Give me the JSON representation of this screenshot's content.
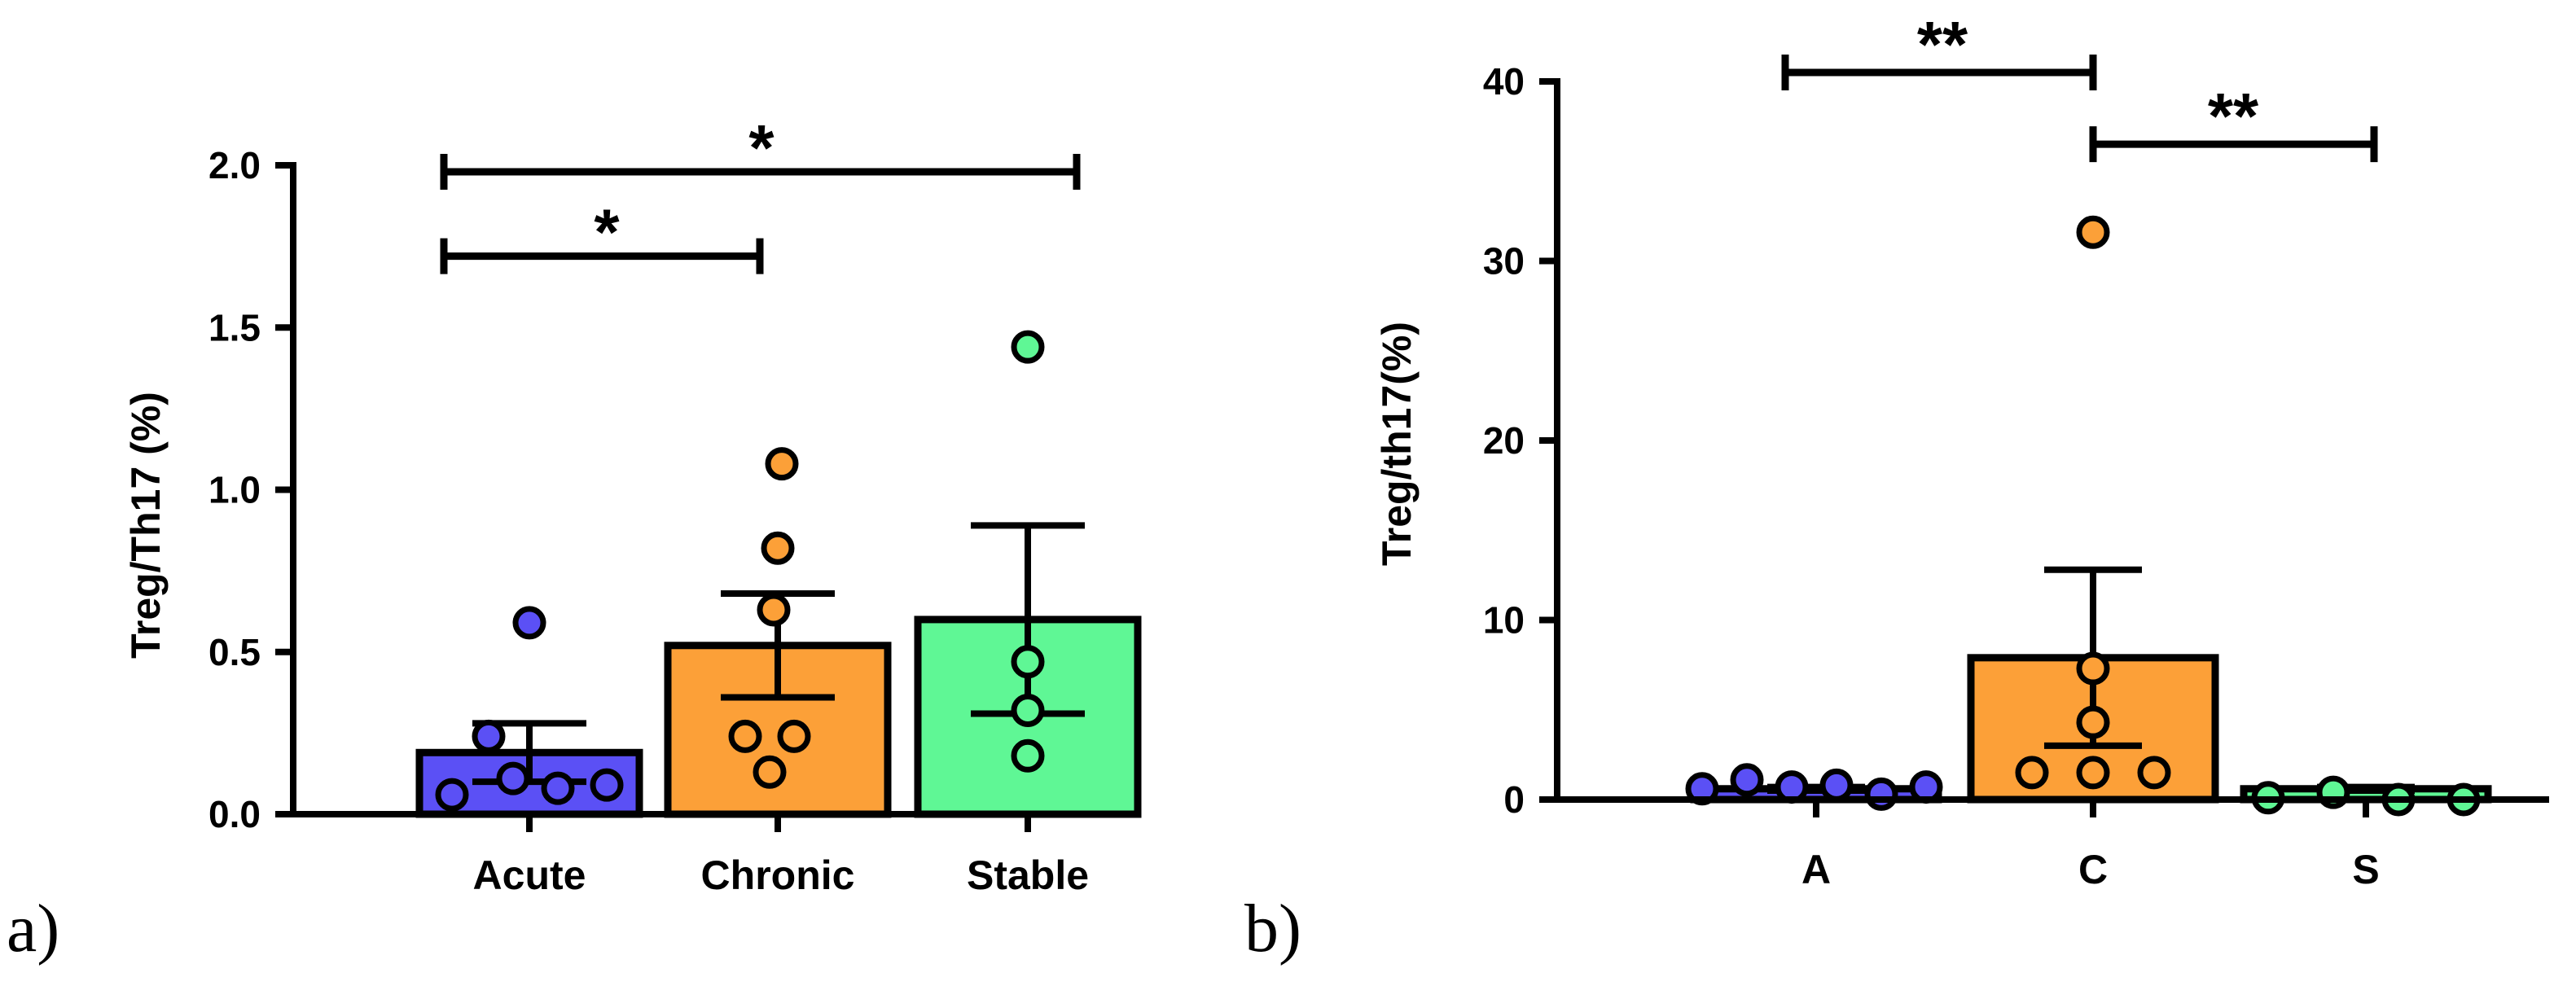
{
  "chart_data": [
    {
      "panel_label": "a)",
      "type": "bar",
      "categories": [
        "Acute",
        "Chronic",
        "Stable"
      ],
      "ylabel": "Treg/Th17 (%)",
      "ylim": [
        0,
        2.0
      ],
      "yticks": [
        "0.0",
        "0.5",
        "1.0",
        "1.5",
        "2.0"
      ],
      "values": [
        0.19,
        0.52,
        0.6
      ],
      "sem": [
        0.09,
        0.16,
        0.29
      ],
      "colors": [
        "#5b50f5",
        "#fca038",
        "#5ff795"
      ],
      "points": [
        [
          0.06,
          0.24,
          0.11,
          0.59,
          0.08,
          0.09
        ],
        [
          0.13,
          0.24,
          0.24,
          0.63,
          0.82,
          1.08
        ],
        [
          0.18,
          0.32,
          0.47,
          1.44
        ]
      ],
      "significance": [
        {
          "from": "Acute",
          "to": "Stable",
          "label": "*",
          "y": 1.98
        },
        {
          "from": "Acute",
          "to": "Chronic",
          "label": "*",
          "y": 1.72
        }
      ]
    },
    {
      "panel_label": "b)",
      "type": "bar",
      "categories": [
        "A",
        "C",
        "S"
      ],
      "ylabel": "Treg/th17(%)",
      "ylim": [
        0,
        40
      ],
      "yticks": [
        "0",
        "10",
        "20",
        "30",
        "40"
      ],
      "values": [
        0.6,
        7.9,
        0.6
      ],
      "sem": [
        0.1,
        4.9,
        0.1
      ],
      "colors": [
        "#5b50f5",
        "#fca038",
        "#5ff795"
      ],
      "points": [
        [
          0.6,
          1.1,
          0.7,
          0.8,
          0.3,
          0.7
        ],
        [
          1.5,
          1.5,
          1.5,
          4.3,
          7.3,
          31.6
        ],
        [
          0.1,
          0.4,
          0.0,
          0.0
        ]
      ],
      "significance": [
        {
          "from": "A",
          "to": "C",
          "label": "**",
          "y": 40.5
        },
        {
          "from": "C",
          "to": "S",
          "label": "**",
          "y": 36.5
        }
      ]
    }
  ]
}
